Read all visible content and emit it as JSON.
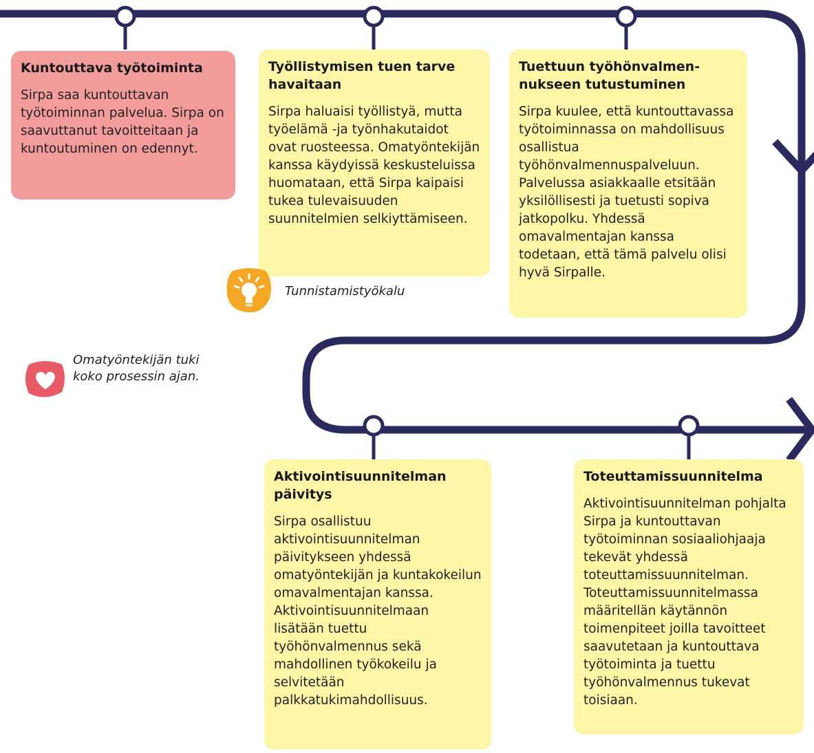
{
  "steps": [
    {
      "title": "Kuntouttava työtoiminta",
      "text": "Sirpa saa kuntouttavan työtoiminnan palvelua. Sirpa on saavuttanut tavoitteitaan ja kuntoutuminen on edennyt."
    },
    {
      "title": "Työllistymisen tuen tarve havaitaan",
      "text": "Sirpa haluaisi työllistyä, mutta työelämä -ja työnhakutaidot ovat ruosteessa. Omatyöntekijän kanssa käydyissä keskusteluissa huomataan, että Sirpa kaipaisi tukea tulevaisuuden suunnitelmien selkiyttämiseen."
    },
    {
      "title": "Tuettuun työhönvalmen-nukseen tutustuminen",
      "text": "Sirpa kuulee, että kuntouttavassa työtoiminnassa on mahdollisuus osallistua työhönvalmennuspalveluun. Palvelussa asiakkaalle etsitään yksilöllisesti ja tuetusti sopiva jatkopolku. Yhdessä omavalmentajan kanssa todetaan, että tämä palvelu olisi hyvä Sirpalle."
    },
    {
      "title": "Aktivointisuunnitelman päivitys",
      "text": "Sirpa osallistuu aktivointisuunnitelman päivitykseen yhdessä omatyöntekijän ja kuntakokeilun omavalmentajan kanssa. Aktivointisuunnitelmaan lisätään tuettu työhönvalmennus sekä mahdollinen työkokeilu ja selvitetään palkkatukimahdollisuus."
    },
    {
      "title": "Toteuttamissuunnitelma",
      "text": "Aktivointisuunnitelman pohjalta Sirpa ja kuntouttavan työtoiminnan sosiaaliohjaaja tekevät yhdessä toteuttamissuunnitelman. Toteuttamissuunnitelmassa määritellän käytännön toimenpiteet joilla tavoitteet saavutetaan ja kuntouttava työtoiminta ja tuettu työhönvalmennus tukevat toisiaan."
    }
  ],
  "tool_note": {
    "icon": "lightbulb-icon",
    "label": "Tunnistamistyökalu"
  },
  "support_note": {
    "icon": "heart-icon",
    "label": "Omatyöntekijän tuki koko prosessin ajan."
  },
  "colors": {
    "path": "#2b2a5e",
    "card_yellow": "#fdf6a6",
    "card_pink": "#f39c9c",
    "bulb_badge": "#f5a623",
    "heart_badge": "#e85a66"
  }
}
